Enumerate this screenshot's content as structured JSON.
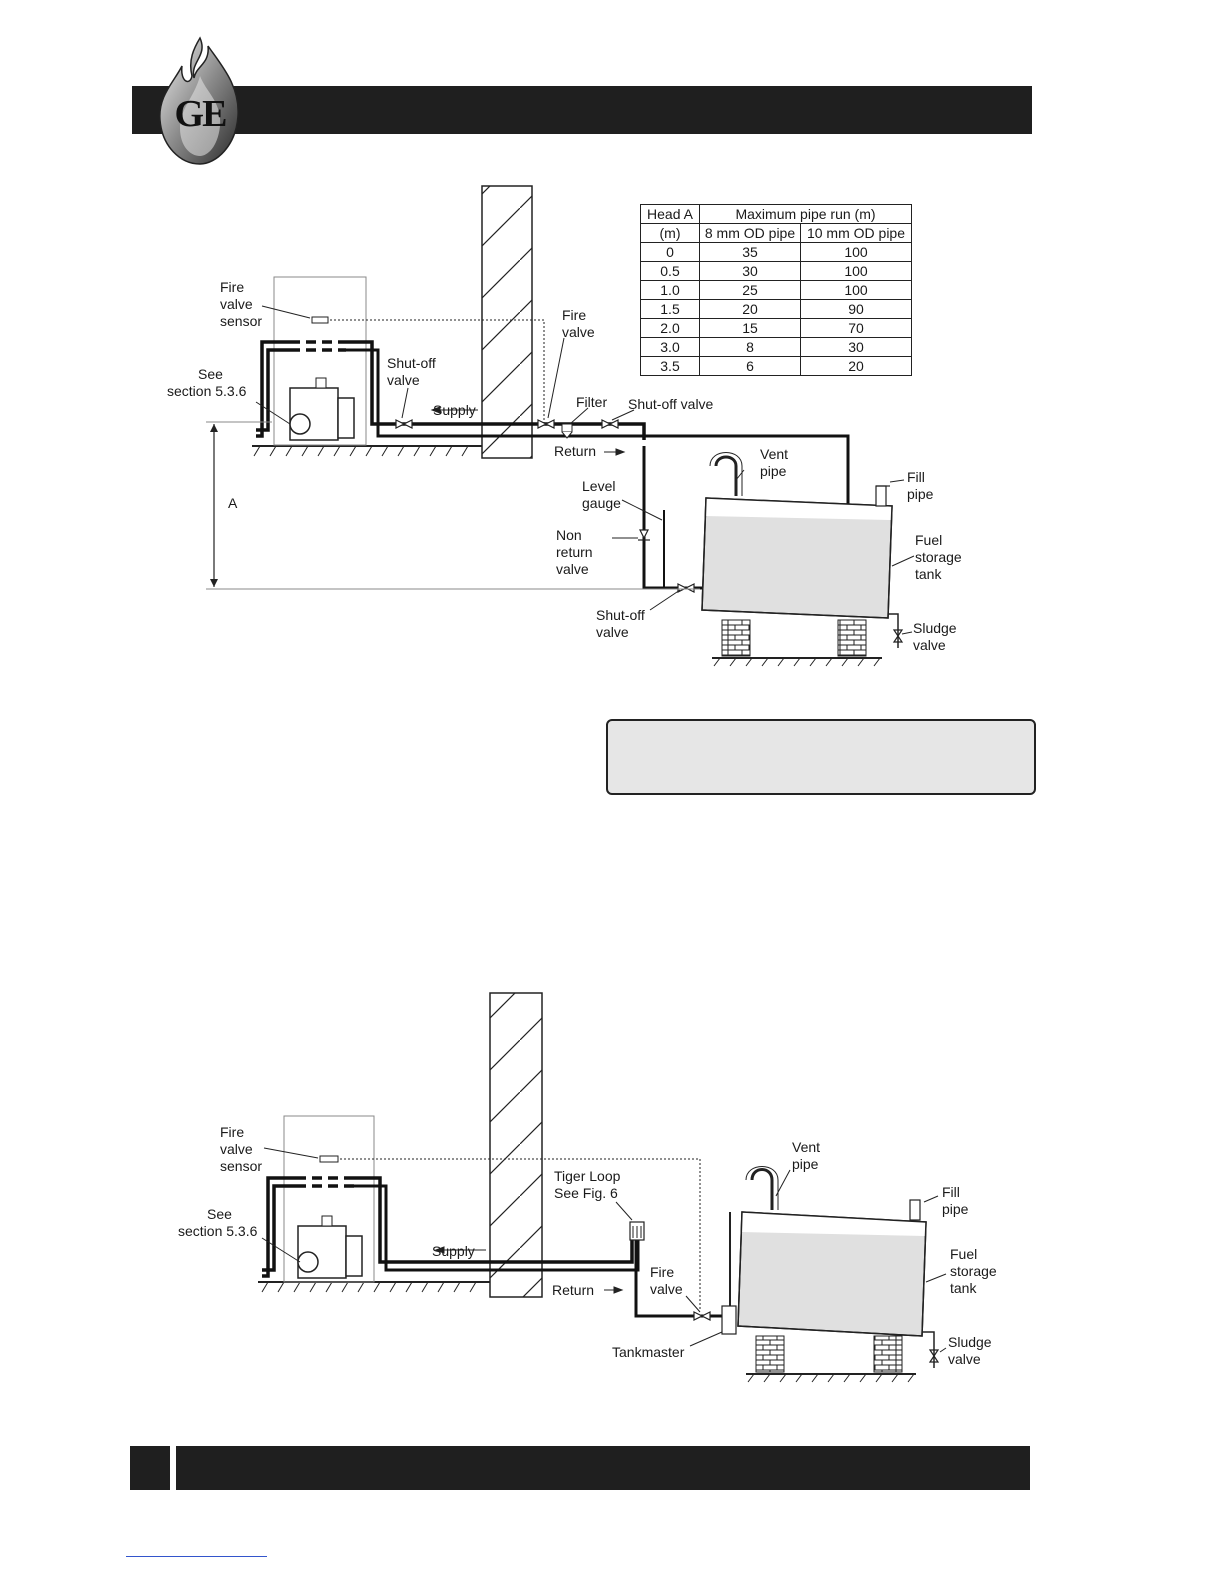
{
  "logo": {
    "letters": "GE"
  },
  "figure1": {
    "labels": {
      "fire_valve_sensor": [
        "Fire",
        "valve",
        "sensor"
      ],
      "see_section": [
        "See",
        "section 5.3.6"
      ],
      "shutoff_valve_1": [
        "Shut-off",
        "valve"
      ],
      "supply": "Supply",
      "fire_valve": [
        "Fire",
        "valve"
      ],
      "filter": "Filter",
      "shutoff_valve_2": "Shut-off valve",
      "return": "Return",
      "head_a": "A",
      "level_gauge": [
        "Level",
        "gauge"
      ],
      "non_return_valve": [
        "Non",
        "return",
        "valve"
      ],
      "shutoff_valve_3": [
        "Shut-off",
        "valve"
      ],
      "vent_pipe": [
        "Vent",
        "pipe"
      ],
      "fill_pipe": [
        "Fill",
        "pipe"
      ],
      "fuel_storage_tank": [
        "Fuel",
        "storage",
        "tank"
      ],
      "sludge_valve": [
        "Sludge",
        "valve"
      ]
    },
    "table": {
      "header_head": "Head A",
      "header_unit": "(m)",
      "header_max": "Maximum pipe run (m)",
      "header_8mm": "8 mm OD pipe",
      "header_10mm": "10 mm OD pipe",
      "rows": [
        [
          "0",
          "35",
          "100"
        ],
        [
          "0.5",
          "30",
          "100"
        ],
        [
          "1.0",
          "25",
          "100"
        ],
        [
          "1.5",
          "20",
          "90"
        ],
        [
          "2.0",
          "15",
          "70"
        ],
        [
          "3.0",
          "8",
          "30"
        ],
        [
          "3.5",
          "6",
          "20"
        ]
      ]
    }
  },
  "figure2": {
    "labels": {
      "fire_valve_sensor": [
        "Fire",
        "valve",
        "sensor"
      ],
      "see_section": [
        "See",
        "section 5.3.6"
      ],
      "supply": "Supply",
      "return": "Return",
      "tiger_loop": [
        "Tiger Loop",
        "See Fig. 6"
      ],
      "fire_valve": [
        "Fire",
        "valve"
      ],
      "tankmaster": "Tankmaster",
      "vent_pipe": [
        "Vent",
        "pipe"
      ],
      "fill_pipe": [
        "Fill",
        "pipe"
      ],
      "fuel_storage_tank": [
        "Fuel",
        "storage",
        "tank"
      ],
      "sludge_valve": [
        "Sludge",
        "valve"
      ]
    }
  }
}
